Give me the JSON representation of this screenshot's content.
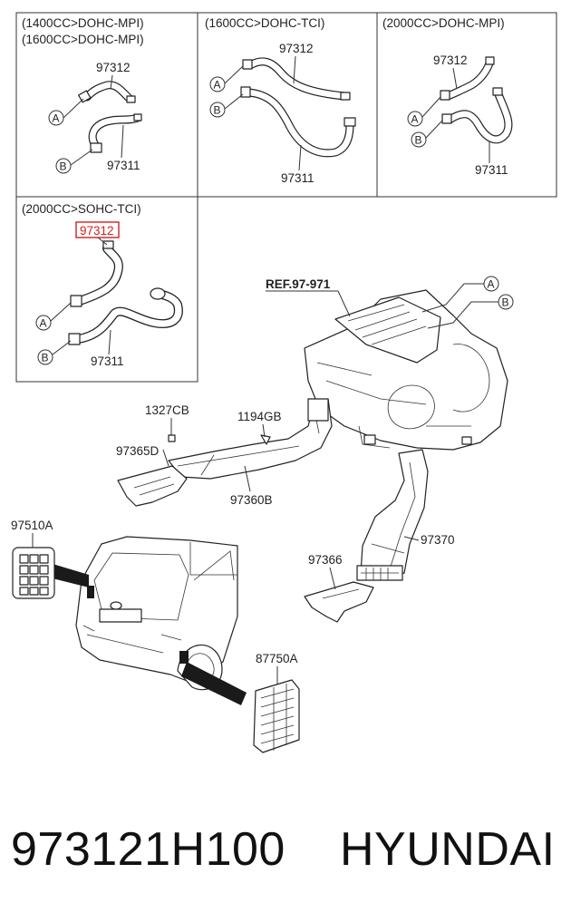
{
  "panels": [
    {
      "cond1": "(1400CC>DOHC-MPI)",
      "cond2": "(1600CC>DOHC-MPI)",
      "hose_upper": "97312",
      "hose_lower": "97311"
    },
    {
      "cond1": "(1600CC>DOHC-TCI)",
      "hose_upper": "97312",
      "hose_lower": "97311"
    },
    {
      "cond1": "(2000CC>DOHC-MPI)",
      "hose_upper": "97312",
      "hose_lower": "97311"
    },
    {
      "cond1": "(2000CC>SOHC-TCI)",
      "hose_upper": "97312",
      "hose_lower": "97311"
    }
  ],
  "markers": {
    "a": "A",
    "b": "B"
  },
  "ref": "REF.97-971",
  "parts": {
    "p1327cb": "1327CB",
    "p1194gb": "1194GB",
    "p97365d": "97365D",
    "p97360b": "97360B",
    "p97510a": "97510A",
    "p97370": "97370",
    "p97366": "97366",
    "p87750a": "87750A"
  },
  "highlight_color": "#d42020",
  "footer": {
    "part_number": "973121H100",
    "brand": "HYUNDAI"
  }
}
